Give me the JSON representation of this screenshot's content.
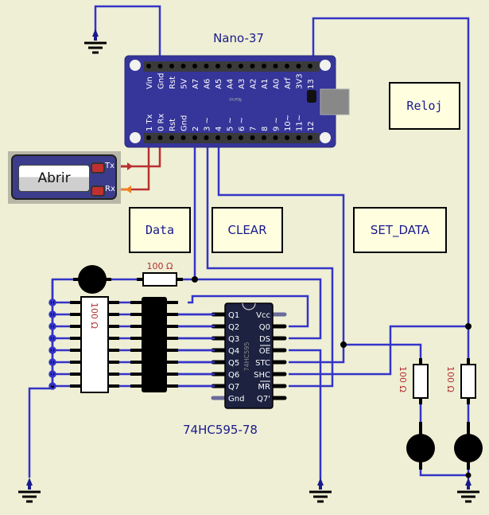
{
  "colors": {
    "background": "#efefd5",
    "wire": "#3434c8",
    "serial_wire": "#b83030",
    "serial_rx_arrow": "#f08020",
    "board": "#35359a",
    "ic_body": "#1c2240",
    "label_text": "#1a1a8c",
    "resistor_label": "#b03030"
  },
  "nano": {
    "title": "Nano-37",
    "silk": "Nano",
    "top_pins": [
      "Vin",
      "Gnd",
      "Rst",
      "5V",
      "A7",
      "A6",
      "A5",
      "A4",
      "A3",
      "A2",
      "A1",
      "A0",
      "Arf",
      "3V3",
      "13"
    ],
    "bottom_pins": [
      "1 Tx",
      "0 Rx",
      "Rst",
      "Gnd",
      "2",
      "3 ~",
      "4",
      "5 ~",
      "6 ~",
      "7",
      "8",
      "9 ~",
      "10~",
      "11~",
      "12"
    ]
  },
  "serial_terminal": {
    "button_label": "Abrir",
    "tx_label": "Tx",
    "rx_label": "Rx"
  },
  "probes": [
    {
      "label": "Data"
    },
    {
      "label": "CLEAR"
    },
    {
      "label": "SET_DATA"
    },
    {
      "label": "Reloj"
    }
  ],
  "shift_register": {
    "title": "74HC595-78",
    "chip_text": "74HC595",
    "left_pins": [
      "Q1",
      "Q2",
      "Q3",
      "Q4",
      "Q5",
      "Q6",
      "Q7",
      "Gnd"
    ],
    "right_pins": [
      "Vcc",
      "Q0",
      "DS",
      "OE",
      "STC",
      "SHC",
      "MR",
      "Q7'"
    ]
  },
  "resistors": [
    {
      "id": "r-top",
      "label": "100 Ω"
    },
    {
      "id": "r-array",
      "label": "100 Ω"
    },
    {
      "id": "r-right-1",
      "label": "100 Ω"
    },
    {
      "id": "r-right-2",
      "label": "100 Ω"
    }
  ]
}
